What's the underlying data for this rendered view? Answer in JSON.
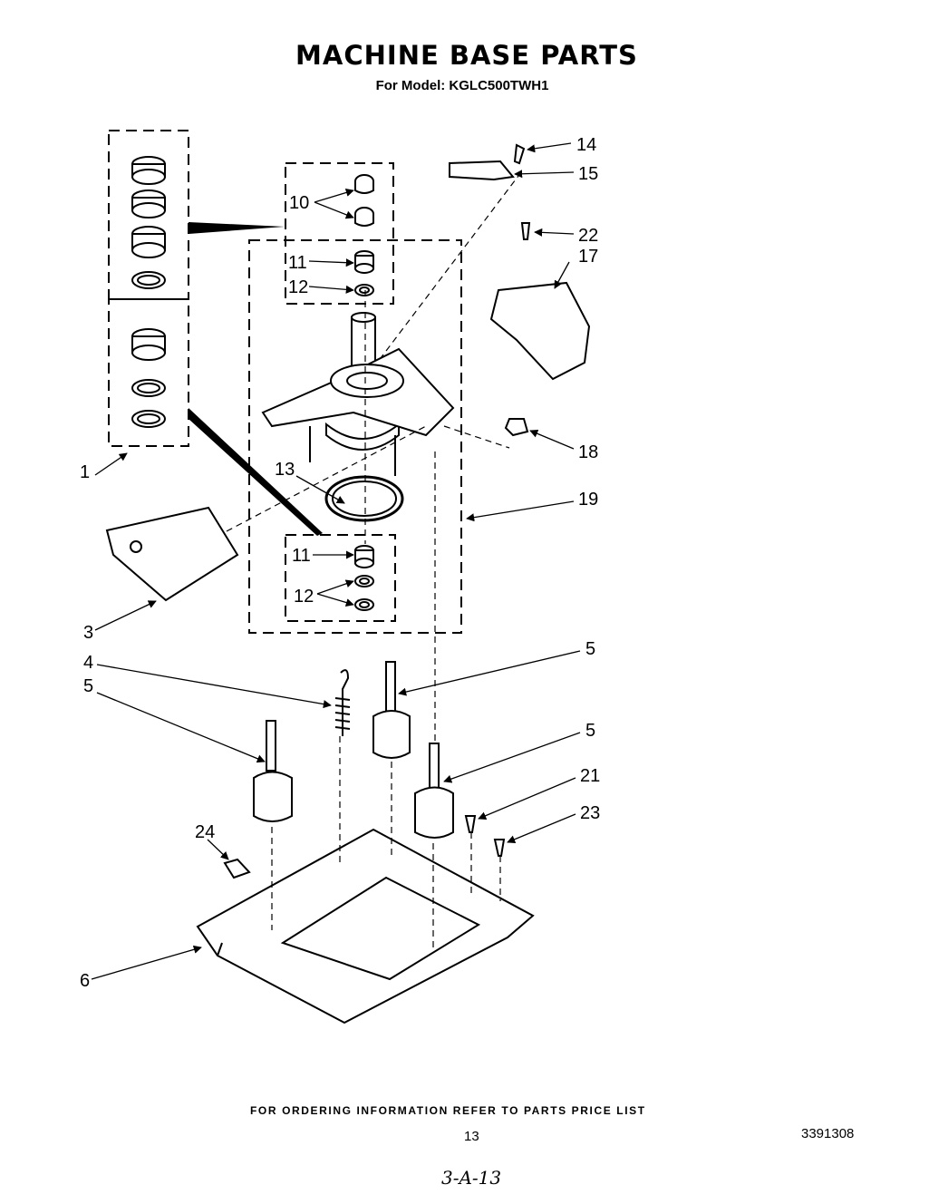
{
  "header": {
    "title": "MACHINE BASE PARTS",
    "subtitle": "For Model: KGLC500TWH1"
  },
  "callouts": {
    "c1": "1",
    "c3": "3",
    "c4": "4",
    "c5a": "5",
    "c5b": "5",
    "c5c": "5",
    "c6": "6",
    "c10": "10",
    "c11a": "11",
    "c11b": "11",
    "c12a": "12",
    "c12b": "12",
    "c13": "13",
    "c14": "14",
    "c15": "15",
    "c17": "17",
    "c18": "18",
    "c19": "19",
    "c21": "21",
    "c22": "22",
    "c23": "23",
    "c24": "24"
  },
  "footer": {
    "ordering_info": "FOR ORDERING INFORMATION REFER TO PARTS PRICE LIST",
    "page_number": "13",
    "doc_number": "3391308",
    "handwritten_code": "3-A-13"
  }
}
